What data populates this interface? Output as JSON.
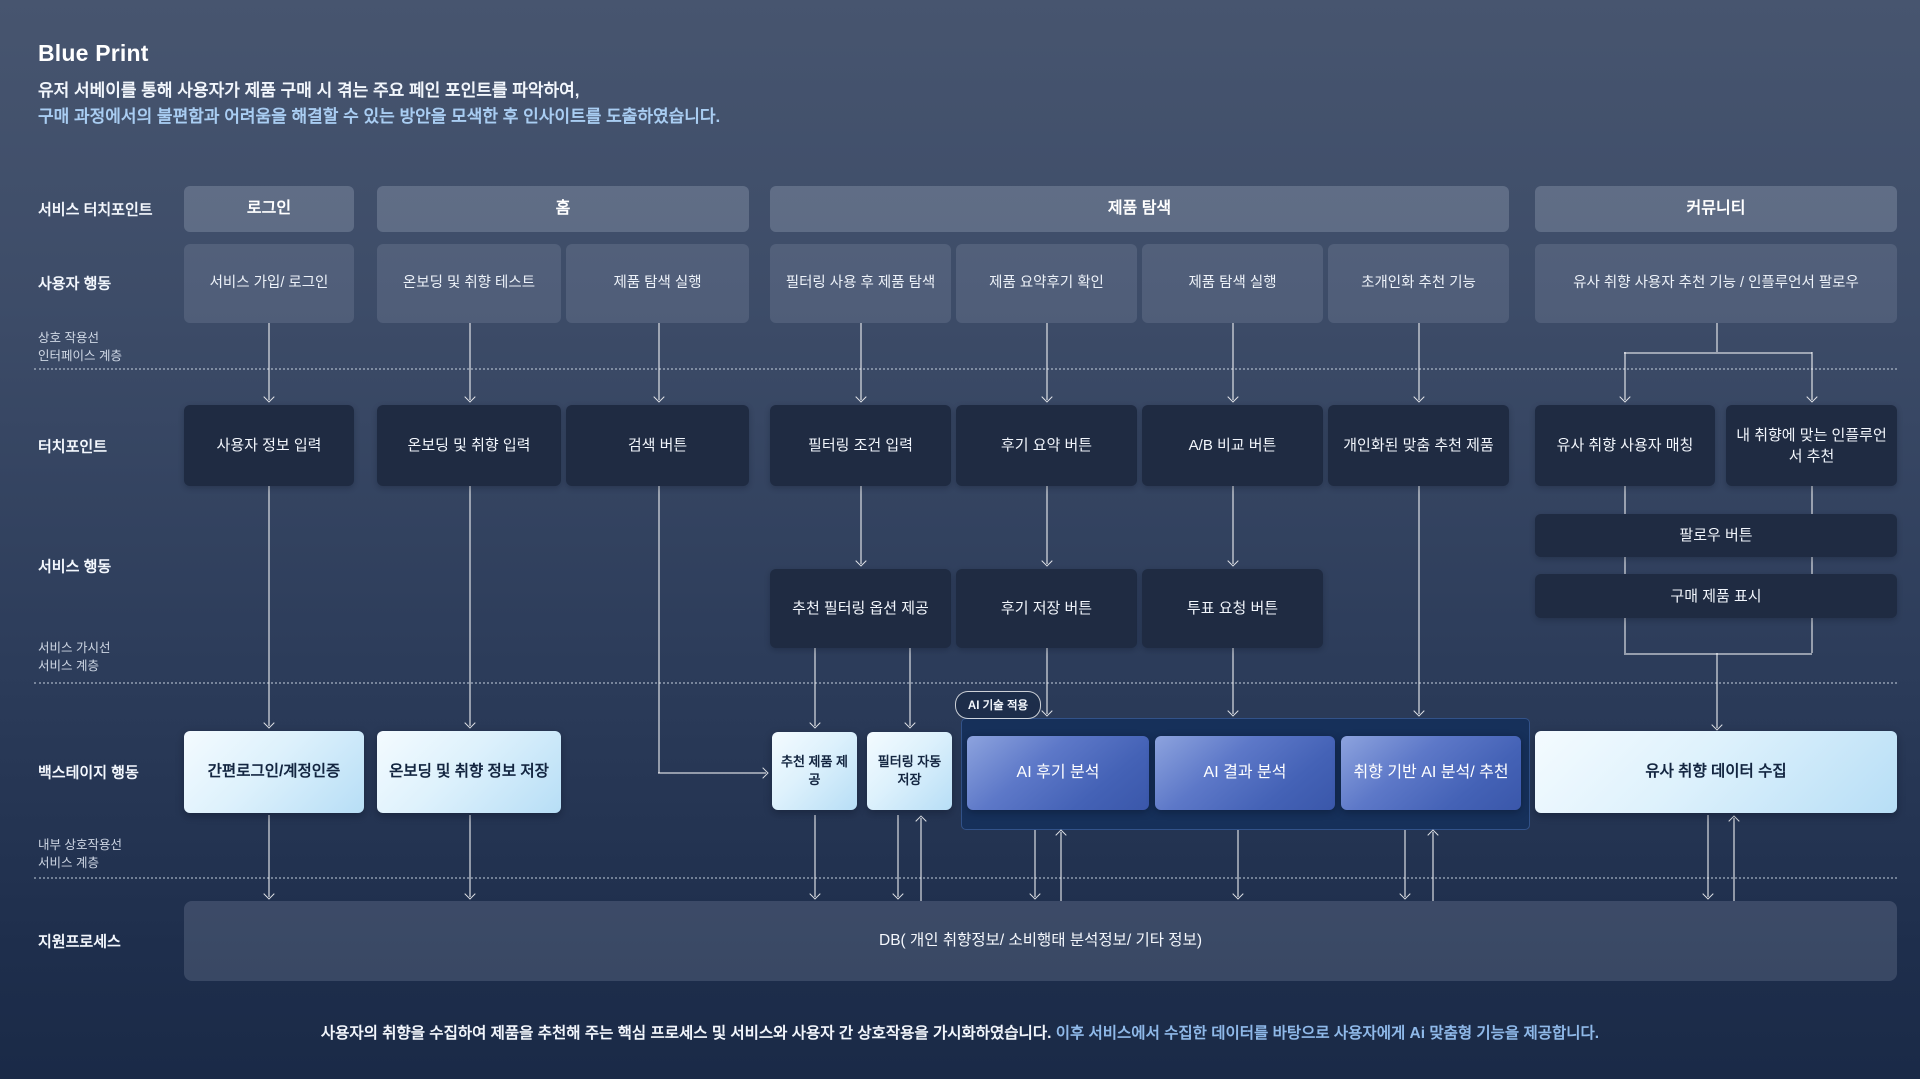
{
  "header": {
    "title": "Blue Print",
    "subtitle_line1": "유저 서베이를 통해 사용자가 제품 구매 시 겪는 주요 페인 포인트를 파악하여,",
    "subtitle_line2": "구매 과정에서의 불편함과 어려움을 해결할 수 있는 방안을 모색한 후 인사이트를 도출하였습니다."
  },
  "row_labels": {
    "service_touchpoint": "서비스 터치포인트",
    "user_action": "사용자 행동",
    "interaction_line1": "상호 작용선",
    "interaction_line2": "인터페이스 계층",
    "touchpoint": "터치포인트",
    "service_action": "서비스 행동",
    "visibility_line1": "서비스 가시선",
    "visibility_line2": "서비스 계층",
    "backstage": "백스테이지 행동",
    "internal_line1": "내부 상호작용선",
    "internal_line2": "서비스 계층",
    "support_process": "지원프로세스"
  },
  "stages": {
    "login": "로그인",
    "home": "홈",
    "explore": "제품 탐색",
    "community": "커뮤니티"
  },
  "user_actions": {
    "signup_login": "서비스 가입/ 로그인",
    "onboarding_test": "온보딩 및 취향 테스트",
    "explore_run1": "제품 탐색 실행",
    "filter_explore": "필터링 사용 후 제품 탐색",
    "review_check": "제품 요약후기 확인",
    "explore_run2": "제품 탐색 실행",
    "hyper_personal": "초개인화 추천 기능",
    "similar_follow": "유사 취향 사용자 추천 기능 / 인플루언서 팔로우"
  },
  "touchpoints": {
    "user_info_input": "사용자 정보 입력",
    "onboarding_input": "온보딩 및 취향 입력",
    "search_button": "검색 버튼",
    "filter_input": "필터링 조건 입력",
    "review_summary_button": "후기 요약 버튼",
    "ab_compare_button": "A/B 비교 버튼",
    "personalized_product": "개인화된 맞춤 추천 제품",
    "similar_user_matching": "유사 취향 사용자 매칭",
    "influencer_recommend": "내 취향에 맞는 인플루언서 추천"
  },
  "service_actions": {
    "filter_option_provide": "추천 필터링 옵션 제공",
    "review_save_button": "후기 저장 버튼",
    "vote_request_button": "투표 요청 버튼",
    "follow_button": "팔로우 버튼",
    "purchase_display": "구매 제품 표시"
  },
  "backstage": {
    "login_auth": "간편로그인/계정인증",
    "onboarding_save": "온보딩 및 취향 정보 저장",
    "recommend_provide": "추천 제품 제공",
    "filter_autosave": "필터링 자동 저장",
    "ai_badge": "AI 기술 적용",
    "ai_review_analysis": "AI 후기 분석",
    "ai_result_analysis": "AI 결과 분석",
    "ai_taste_recommend": "취향 기반 AI 분석/ 추천",
    "similar_data_collect": "유사 취향 데이터 수집"
  },
  "support": {
    "db": "DB( 개인 취향정보/ 소비행태 분석정보/ 기타 정보)"
  },
  "footer": {
    "caption_part1": "사용자의 취향을 수집하여 제품을 추천해 주는 핵심 프로세스 및 서비스와 사용자 간 상호작용을 가시화하였습니다. ",
    "caption_part2": "이후 서비스에서 수집한 데이터를 바탕으로 사용자에게 Ai 맞춤형 기능을 제공합니다."
  },
  "colors": {
    "background_top": "#47556f",
    "background_bottom": "#1a2a47",
    "dark_box": "#1f2b42",
    "light_box": "#cdeafa",
    "ai_box": "#4f6cbe",
    "ai_panel": "#16305a",
    "accent_text": "#a9cdf2",
    "caption_accent": "#8fb9e9"
  }
}
